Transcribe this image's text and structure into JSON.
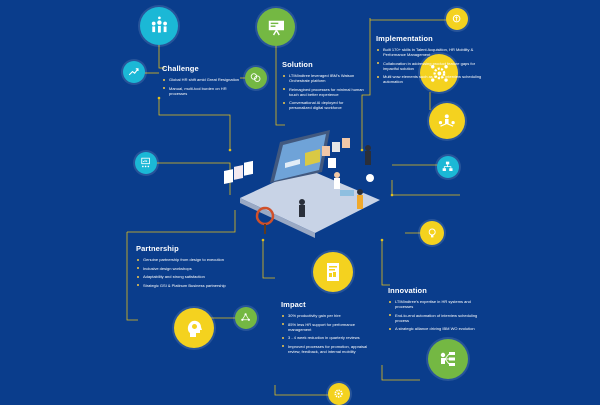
{
  "colors": {
    "background": "#0a3d8c",
    "accent_line": "#e3bf1c",
    "yellow": "#f4d21f",
    "cyan": "#1bb8d6",
    "green": "#74b843",
    "white": "#ffffff"
  },
  "sections": {
    "challenge": {
      "title": "Challenge",
      "bullets": [
        "Global HR shift amid Great Resignation",
        "Manual, multi-tool burden on HR processes"
      ]
    },
    "solution": {
      "title": "Solution",
      "bullets": [
        "LTIMindtree leveraged IBM's Watson Orchestrate platform",
        "Reimagined processes for minimal human touch and better experience",
        "Conversational AI deployed for personalized digital workforce"
      ]
    },
    "implementation": {
      "title": "Implementation",
      "bullets": [
        "Built 170+ skills in Talent Acquisition, HR Mobility & Performance Management",
        "Collaboration in addressing product feature gaps for impactful solution",
        "Multi wow elements such as E-2-E interview scheduling automation"
      ]
    },
    "partnership": {
      "title": "Partnership",
      "bullets": [
        "Genuine partnership from design to execution",
        "Inclusive design workshops",
        "Adaptability and strong satisfaction",
        "Strategic GSI & Platinum Business partnership"
      ]
    },
    "impact": {
      "title": "Impact",
      "bullets": [
        "30% productivity gain per hire",
        "85% less HR support for performance management",
        "3 - 4 week reduction in quarterly reviews",
        "Improved processes for promotion, appraisal review, feedback, and internal mobility"
      ]
    },
    "innovation": {
      "title": "Innovation",
      "bullets": [
        "LTIMindtree's expertise in HR systems and processes",
        "End-to-end automation of interview scheduling process",
        "A strategic alliance driving IBM WO evolution"
      ]
    }
  },
  "icons": {
    "challenge_team": "team-icon",
    "challenge_arrow": "growth-arrow-icon",
    "solution_board": "presentation-board-icon",
    "solution_chat": "chat-bubbles-icon",
    "implementation_chart": "chart-coin-icon",
    "implementation_gear": "gear-people-icon",
    "implementation_network": "people-network-icon",
    "implementation_hierarchy": "hierarchy-icon",
    "partnership_org": "org-chart-icon",
    "partnership_head": "idea-head-icon",
    "partnership_cycle": "cycle-icon",
    "impact_document": "document-icon",
    "impact_gear": "gear-icon",
    "innovation_bulb": "lightbulb-icon",
    "innovation_network": "network-people-icon",
    "center_scene": "hr-office-illustration"
  }
}
